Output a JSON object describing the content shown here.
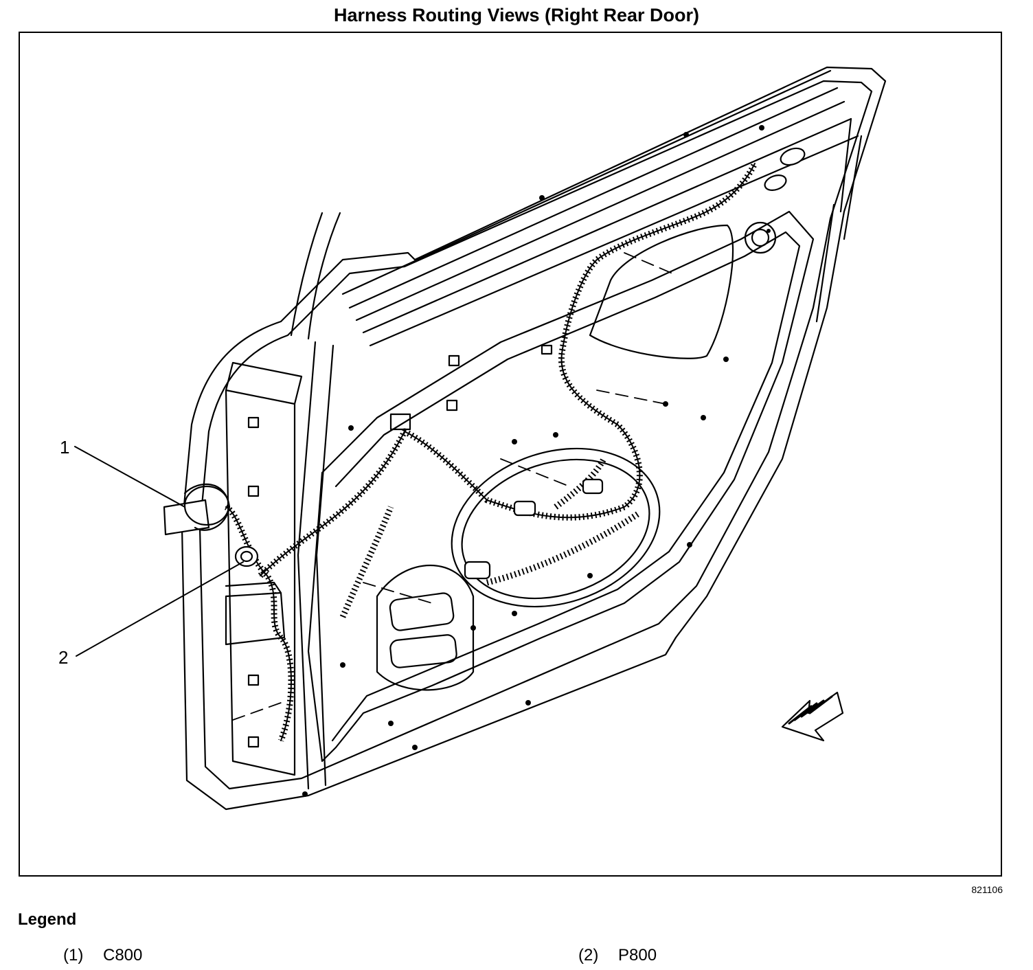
{
  "title": "Harness Routing Views (Right Rear Door)",
  "figure_id": "821106",
  "callouts": [
    {
      "label": "1"
    },
    {
      "label": "2"
    }
  ],
  "legend": {
    "heading": "Legend",
    "items": [
      {
        "number": "(1)",
        "text": "C800"
      },
      {
        "number": "(2)",
        "text": "P800"
      }
    ]
  },
  "icons": {
    "view_direction_arrow": "arrow-icon"
  }
}
